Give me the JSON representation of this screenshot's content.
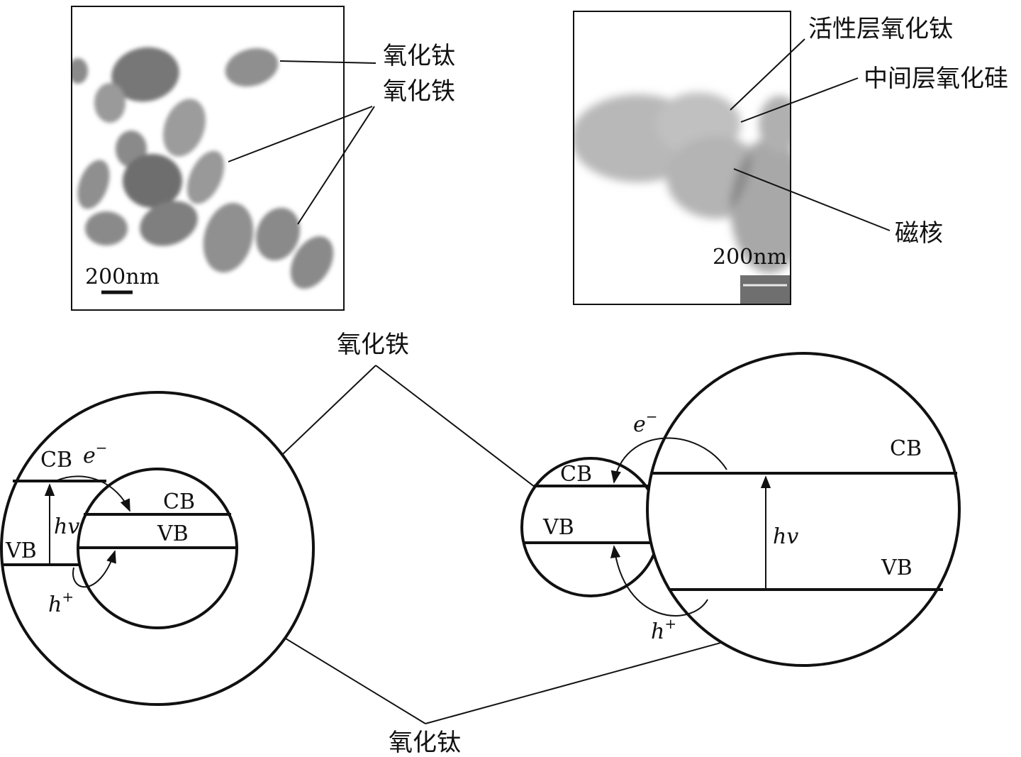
{
  "micrograph_left": {
    "label_tio2": "氧化钛",
    "label_fe2o3": "氧化铁",
    "scale_bar": "200nm"
  },
  "micrograph_right": {
    "label_active_tio2": "活性层氧化钛",
    "label_middle_sio2": "中间层氧化硅",
    "label_magnetic_core": "磁核",
    "scale_bar": "200nm"
  },
  "diagram": {
    "label_fe2o3_top": "氧化铁",
    "label_tio2_bottom": "氧化钛",
    "left": {
      "cb_outer": "CB",
      "vb_outer": "VB",
      "cb_inner": "CB",
      "vb_inner": "VB",
      "electron": "e",
      "electron_sup": "−",
      "hole": "h",
      "hole_sup": "+",
      "photon": "hv"
    },
    "right": {
      "cb_small": "CB",
      "vb_small": "VB",
      "cb_large": "CB",
      "vb_large": "VB",
      "electron": "e",
      "electron_sup": "−",
      "hole": "h",
      "hole_sup": "+",
      "photon": "hv"
    }
  }
}
